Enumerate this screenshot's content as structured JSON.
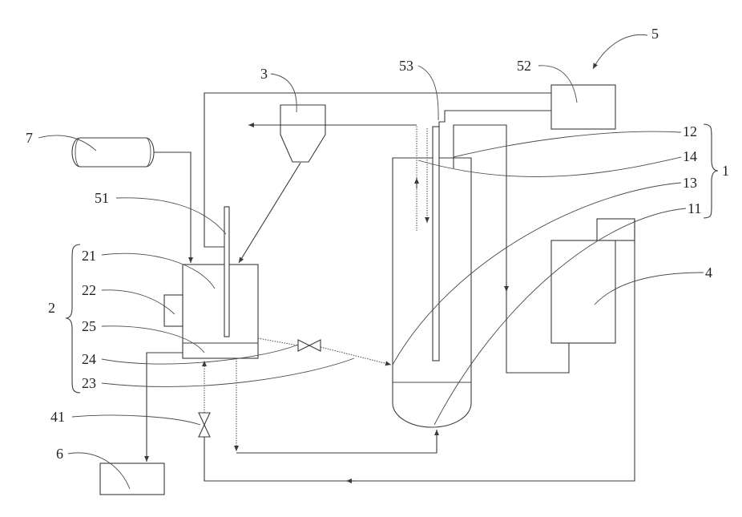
{
  "labels": {
    "n1": "1",
    "n2": "2",
    "n3": "3",
    "n4": "4",
    "n5": "5",
    "n6": "6",
    "n7": "7",
    "n11": "11",
    "n12": "12",
    "n13": "13",
    "n14": "14",
    "n21": "21",
    "n22": "22",
    "n23": "23",
    "n24": "24",
    "n25": "25",
    "n41": "41",
    "n51": "51",
    "n52": "52",
    "n53": "53"
  },
  "colors": {
    "line": "#3a3a3a",
    "background": "#ffffff"
  }
}
